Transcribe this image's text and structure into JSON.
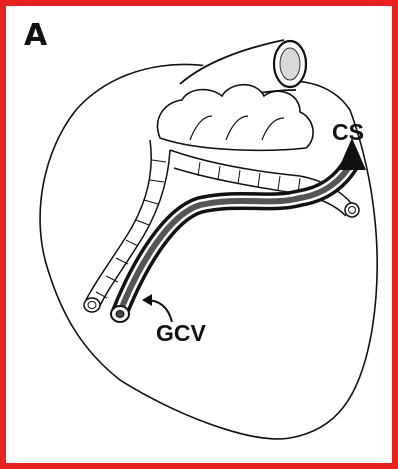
{
  "figure": {
    "panel_label": "A",
    "labels": {
      "coronary_sinus": "CS",
      "great_cardiac_vein": "GCV"
    },
    "frame_color": "#e8231f"
  }
}
